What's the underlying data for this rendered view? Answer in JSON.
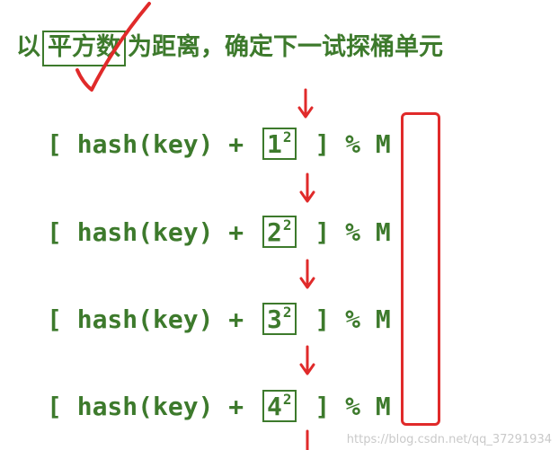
{
  "heading": {
    "before": "以",
    "boxed": "平方数",
    "after": "为距离，确定下一试探桶单元"
  },
  "formulas": [
    {
      "open": "[ hash(key) + ",
      "base": "1",
      "exp": "2",
      "close": " ] % ",
      "mod": "M"
    },
    {
      "open": "[ hash(key) + ",
      "base": "2",
      "exp": "2",
      "close": " ] % ",
      "mod": "M"
    },
    {
      "open": "[ hash(key) + ",
      "base": "3",
      "exp": "2",
      "close": " ] % ",
      "mod": "M"
    },
    {
      "open": "[ hash(key) + ",
      "base": "4",
      "exp": "2",
      "close": " ] % ",
      "mod": "M"
    }
  ],
  "watermark": "https://blog.csdn.net/qq_37291934",
  "colors": {
    "text": "#3d7a2c",
    "annotation": "#e02a2a"
  }
}
